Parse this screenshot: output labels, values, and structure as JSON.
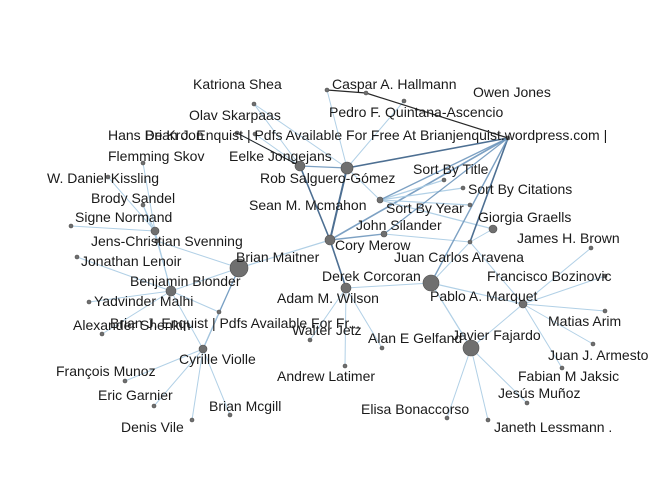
{
  "colors": {
    "background": "#ffffff",
    "node_fill": "#6f6f6f",
    "edge_light": "#a9cbe3",
    "edge_medium": "#6f97bd",
    "edge_dark": "#3a5f86",
    "edge_black": "#111111",
    "label": "#1a1a1a"
  },
  "graph": {
    "labels": [
      "Katriona Shea",
      "Caspar A. Hallmann",
      "Owen Jones",
      "Olav Skarpaas",
      "Pedro F. Quintana-Ascencio",
      "Hans De Kroon",
      "Brian J. Enquist | Pdfs Available For Free At Brianjenquist.wordpress.com |",
      "Flemming Skov",
      "Eelke Jongejans",
      "W. Daniel Kissling",
      "Rob Salguero-Gómez",
      "Sort By Title",
      "Sort By Citations",
      "Brody Sandel",
      "Sean M. Mcmahon",
      "Sort By Year",
      "Signe Normand",
      "Giorgia Graells",
      "John Silander",
      "Jens-Christian Svenning",
      "James H. Brown",
      "Cory Merow",
      "Brian Maitner",
      "Juan Carlos Aravena",
      "Jonathan Lenoir",
      "Francisco Bozinovic",
      "Derek Corcoran",
      "Benjamin Blonder",
      "Pablo A. Marquet",
      "Adam M. Wilson",
      "Yadvinder Malhi",
      "Matias Arim",
      "Brian J. Enquist | Pdfs Available For Fr...",
      "Alexander Shenkin",
      "Walter Jetz",
      "Javier Fajardo",
      "Alan E Gelfand",
      "Juan J. Armesto",
      "Cyrille Violle",
      "François Munoz",
      "Andrew Latimer",
      "Fabian M Jaksic",
      "Jesús Muñoz",
      "Eric Garnier",
      "Brian Mcgill",
      "Elisa Bonaccorso",
      "Denis Vile",
      "Janeth Lessmann ."
    ]
  }
}
